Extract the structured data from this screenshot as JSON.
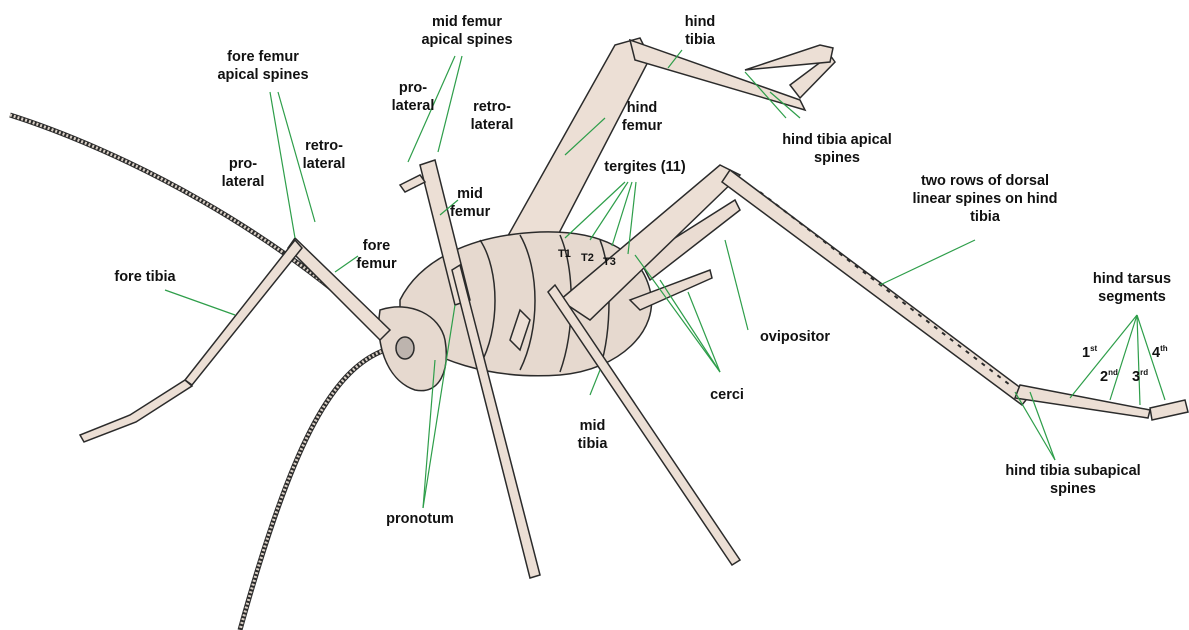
{
  "labels": {
    "mid_femur_apical_spines": "mid femur apical spines",
    "fore_femur_apical_spines": "fore femur apical spines",
    "mid_pro": "pro- lateral",
    "mid_retro": "retro- lateral",
    "fore_pro": "pro- lateral",
    "fore_retro": "retro- lateral",
    "hind_tibia": "hind tibia",
    "hind_femur": "hind femur",
    "hind_tibia_apical_spines": "hind tibia apical spines",
    "tergites": "tergites (11)",
    "mid_femur": "mid femur",
    "fore_femur": "fore femur",
    "fore_tibia": "fore tibia",
    "dorsal_spines": "two rows of dorsal linear spines on hind tibia",
    "hind_tarsus_segments": "hind tarsus segments",
    "ovipositor": "ovipositor",
    "cerci": "cerci",
    "mid_tibia": "mid tibia",
    "pronotum": "pronotum",
    "hind_tibia_subapical_spines": "hind tibia subapical spines",
    "t1": "T1",
    "t2": "T2",
    "t3": "T3",
    "seg1": "1",
    "seg1_sup": "st",
    "seg2": "2",
    "seg2_sup": "nd",
    "seg3": "3",
    "seg3_sup": "rd",
    "seg4": "4",
    "seg4_sup": "th"
  },
  "colors": {
    "leader_line": "#2e9e4a",
    "body_fill": "#e9ddd3",
    "body_stroke": "#2b2b2b",
    "text": "#111111"
  }
}
